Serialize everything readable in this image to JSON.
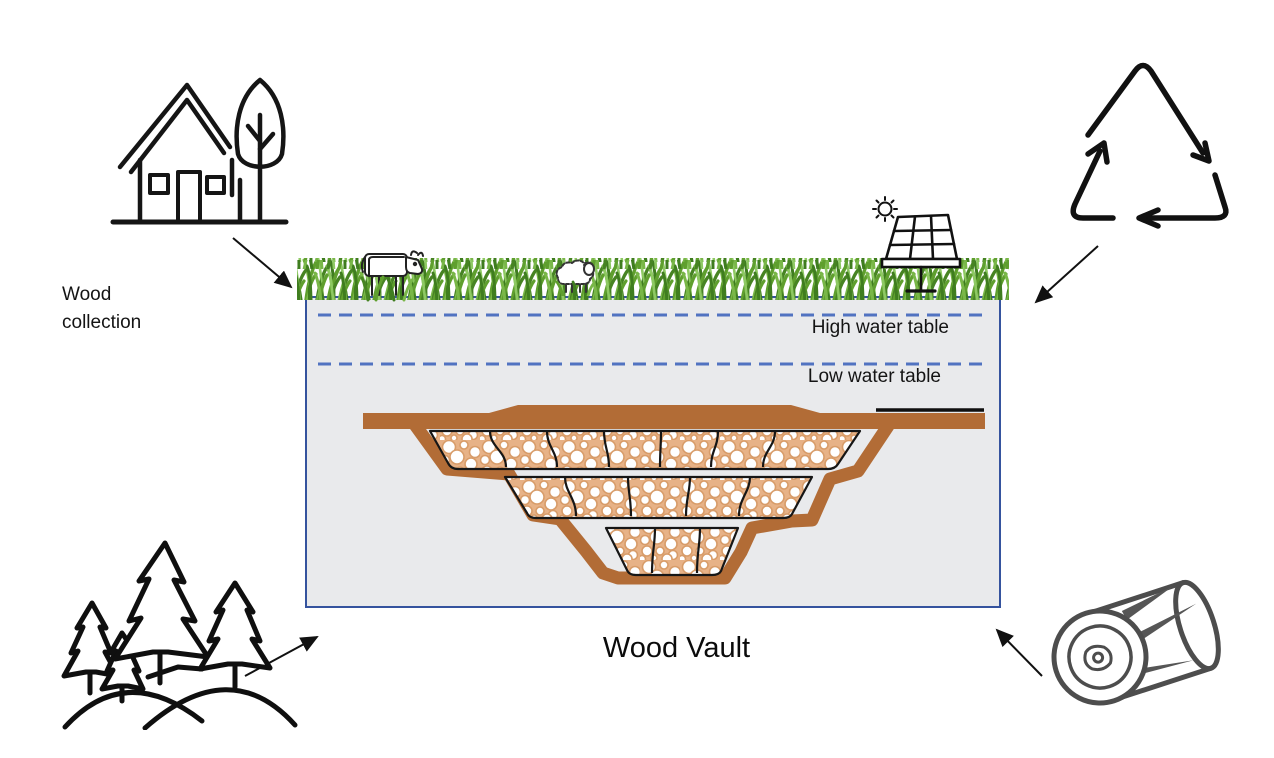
{
  "diagram": {
    "title": "Wood Vault",
    "labels": {
      "wood_collection": "Wood collection",
      "high_water_table": "High water table",
      "low_water_table": "Low water table"
    },
    "colors": {
      "ground_fill": "#e9eaec",
      "ground_border": "#35539e",
      "water_table_dash": "#5173c1",
      "vault_brown": "#b26c36",
      "wood_circle_tan": "#d89c69",
      "wood_gap_tan": "#e7b287",
      "grass_green_dark": "#3f7d1f",
      "grass_green_mid": "#5f9f2e",
      "grass_green_light": "#8ec963",
      "line_black": "#111111",
      "log_gray": "#4d4d4d"
    },
    "icons": [
      "house-tree-icon",
      "recycling-icon",
      "forest-icon",
      "log-icon",
      "cow-icon",
      "sheep-icon",
      "sun-icon",
      "solar-panel-icon"
    ]
  }
}
